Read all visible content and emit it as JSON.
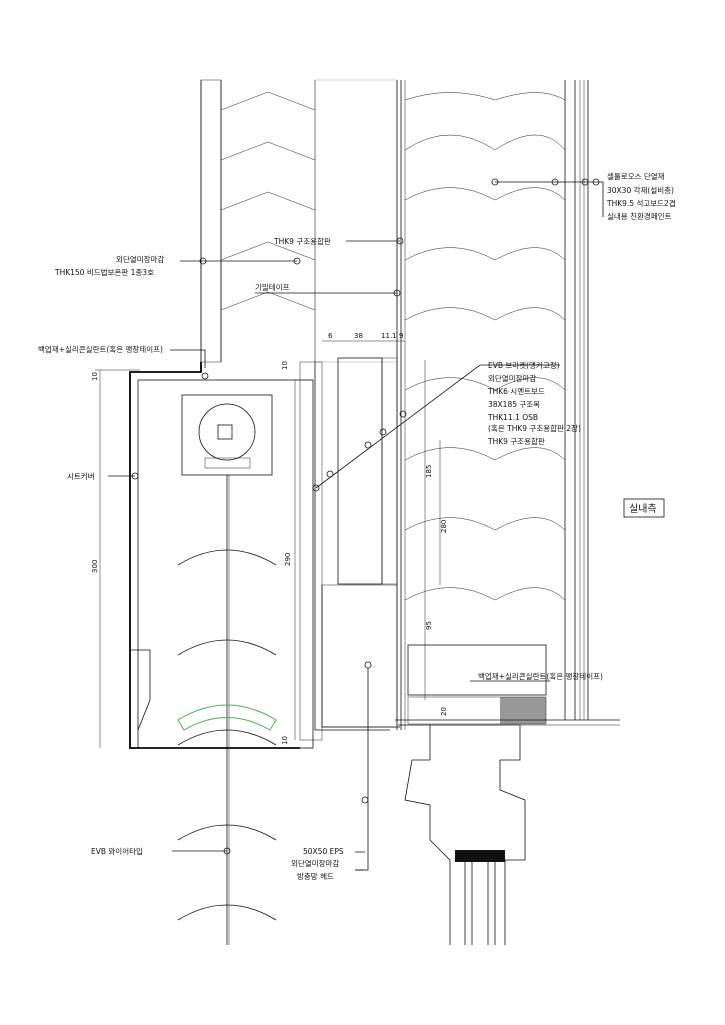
{
  "labels": {
    "cellulose": "셀룰로오스 단열재",
    "batten": "30X30 각재(설비층)",
    "gypsum": "THK9.5 석고보드2겹",
    "paint": "실내용 친환경페인트",
    "thk9_top": "THK9 구조용합판",
    "ext_finish": "외단열미장마감",
    "bead": "THK150 비드법보온판 1종3호",
    "airtape": "기밀테이프",
    "backer_top": "백업재+실리콘실란트(혹은 팽창테이프)",
    "evb_bracket": "EVB 브라켓(앵커고정)",
    "ext_finish2": "외단열미장마감",
    "cement": "THK6 시멘트보드",
    "stud": "38X185 구조목",
    "osb": "THK11.1 OSB",
    "osb_alt": "(혹은 THK9 구조용합판 2장)",
    "thk9_mid": "THK9 구조용합판",
    "sheet_cover": "시트커버",
    "indoor": "실내측",
    "backer_bottom": "백업재+실리콘실란트(혹은 팽창테이프)",
    "evb_wire": "EVB 와이어타입",
    "eps": "50X50 EPS",
    "ext_finish3": "외단열미장마감",
    "insect": "방충망 헤드"
  },
  "dims": {
    "d6": "6",
    "d38": "38",
    "d11": "11.1",
    "d9": "9",
    "d10a": "10",
    "d10b": "10",
    "d10c": "10",
    "d185": "185",
    "d280": "280",
    "d95": "95",
    "d20": "20",
    "d300": "300",
    "d290": "290"
  }
}
